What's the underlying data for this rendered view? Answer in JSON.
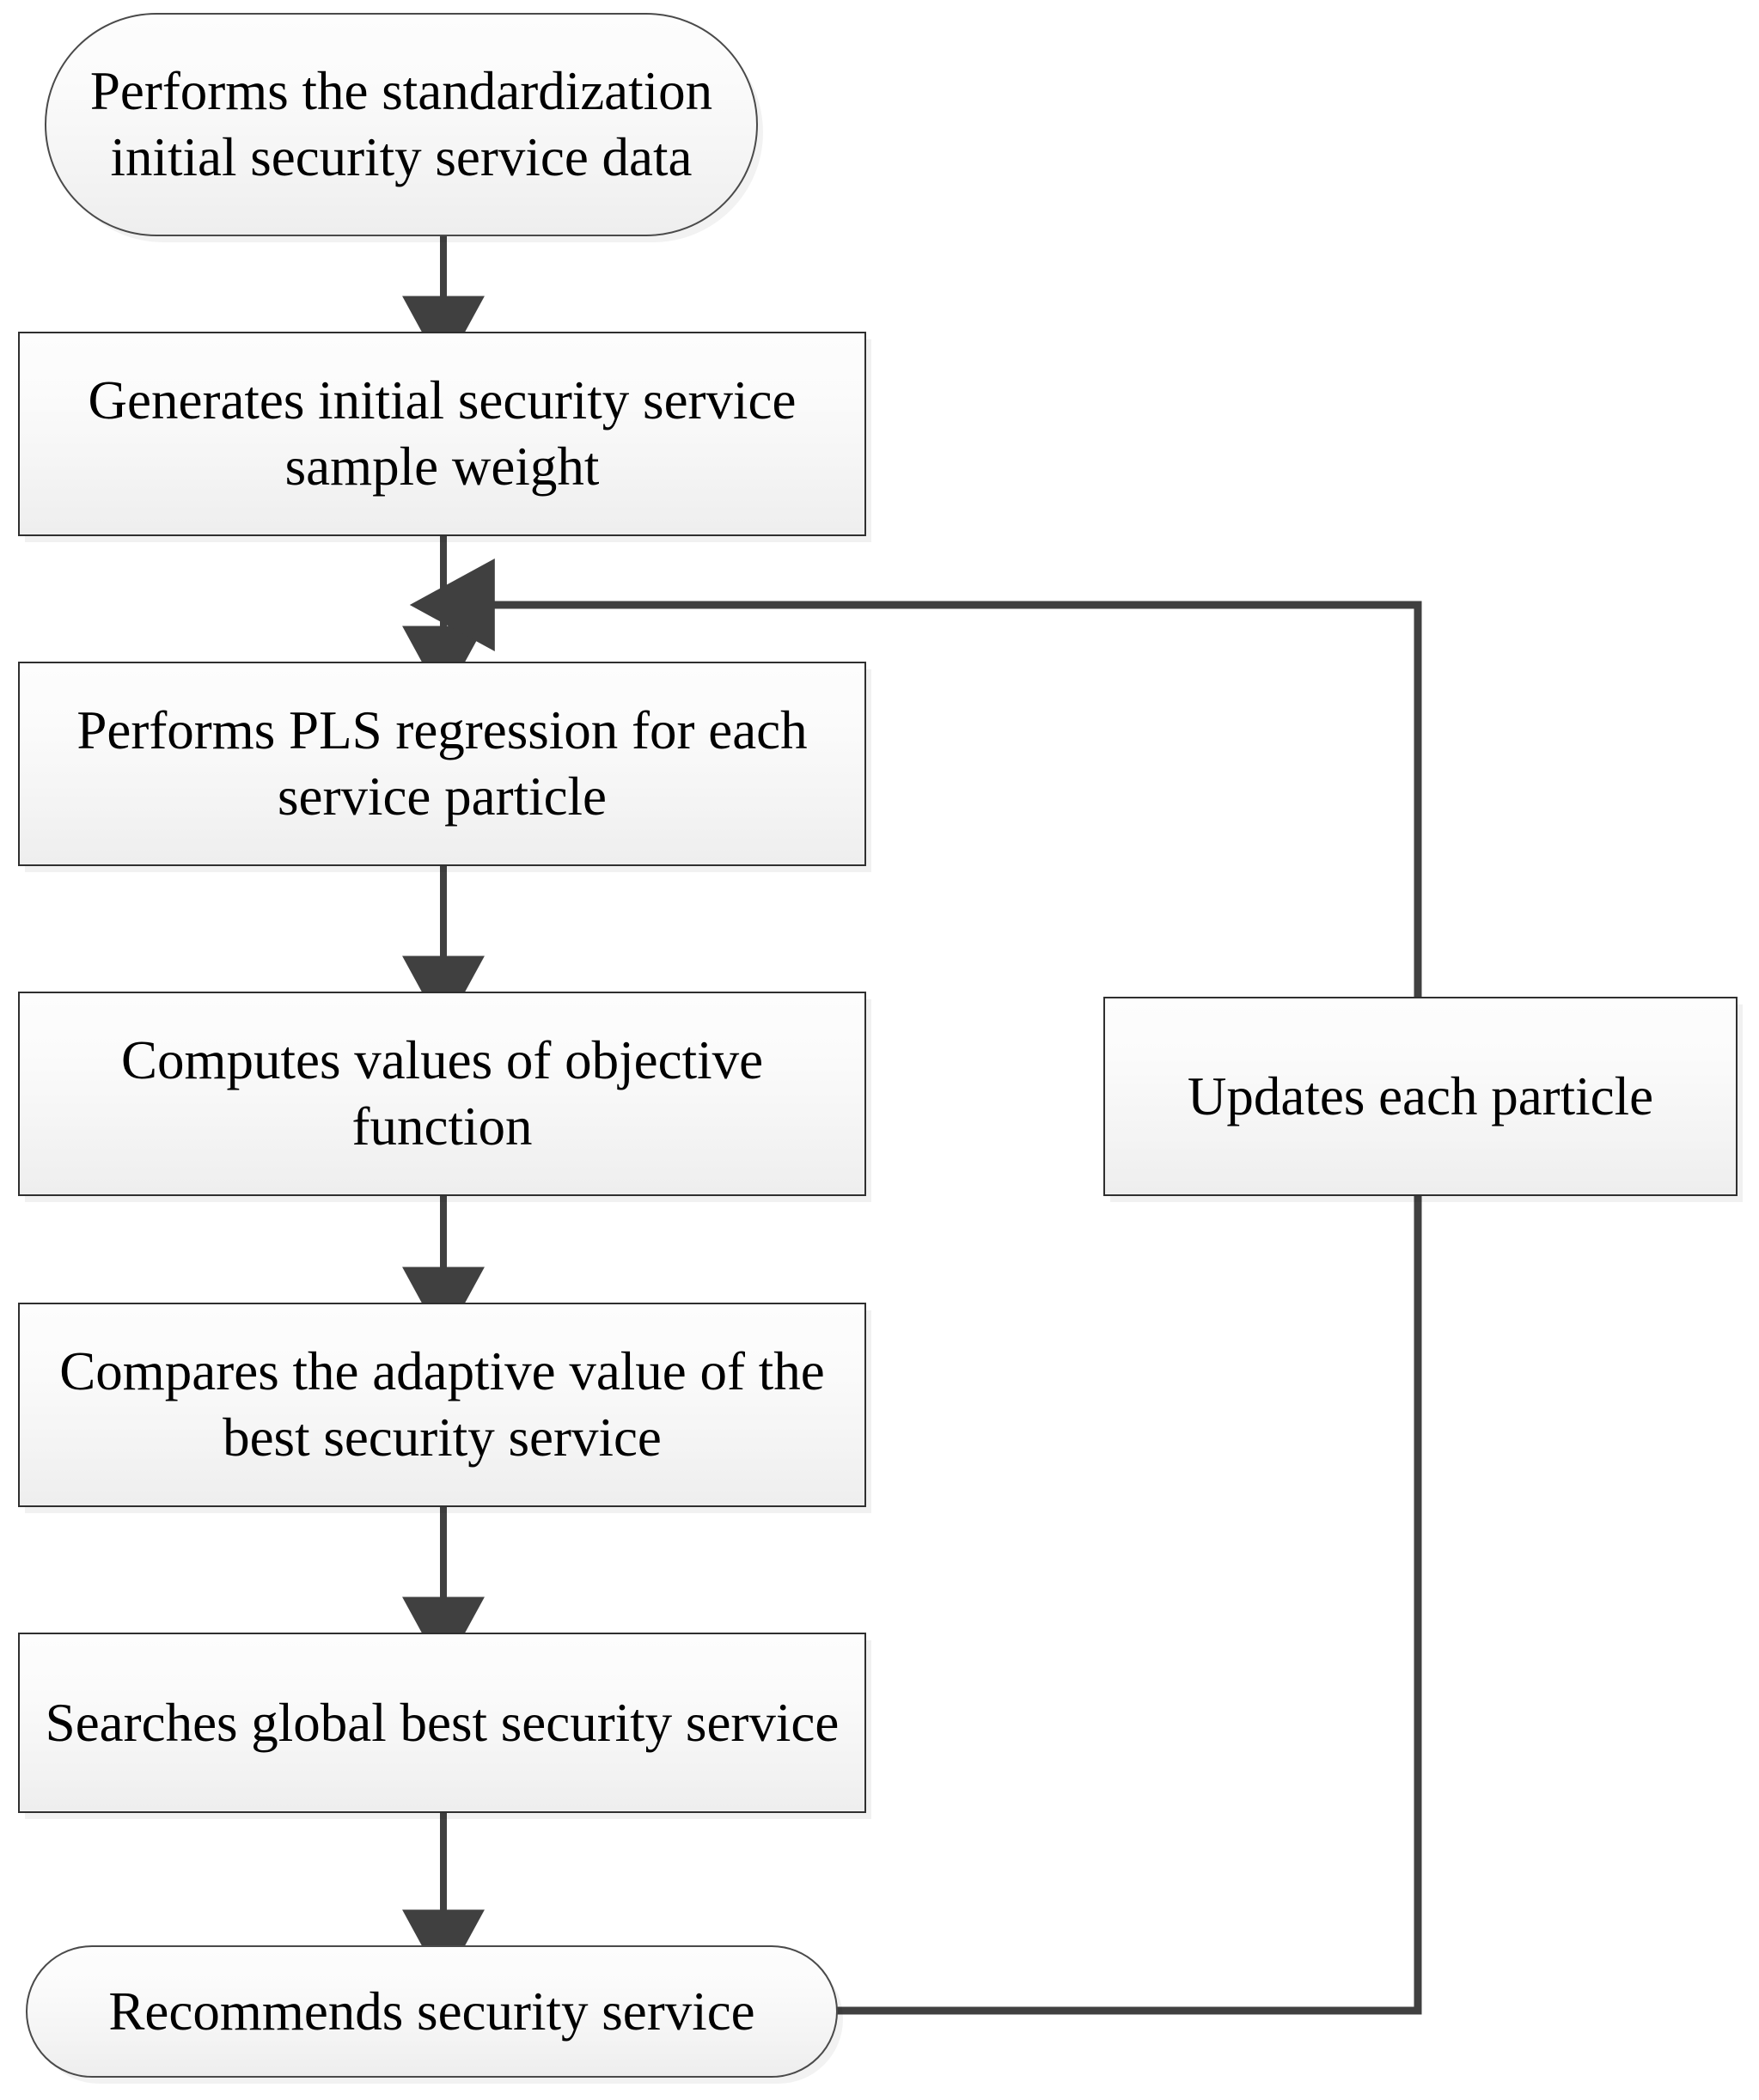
{
  "diagram": {
    "title": "Security service recommendation PSO-PLS flowchart",
    "background_color": "#ffffff",
    "node_fill_top": "#fdfdfd",
    "node_fill_bottom": "#eeeeee",
    "node_border_color": "#2f2f2f",
    "connector_color": "#404040",
    "text_color": "#000000"
  },
  "nodes": {
    "standardize": {
      "id": "n-standardize",
      "shape": "terminator",
      "text": "Performs the standardization initial security service data"
    },
    "gen_weight": {
      "id": "n-genweight",
      "shape": "process",
      "text": "Generates initial security service sample weight"
    },
    "pls": {
      "id": "n-pls",
      "shape": "process",
      "text": "Performs PLS regression for each service particle"
    },
    "objective": {
      "id": "n-objective",
      "shape": "process",
      "text": "Computes values of objective function"
    },
    "compare": {
      "id": "n-compare",
      "shape": "process",
      "text": "Compares the adaptive value of the best security service"
    },
    "search": {
      "id": "n-search",
      "shape": "process",
      "text": "Searches global best security service"
    },
    "recommend": {
      "id": "n-recommend",
      "shape": "terminator",
      "text": "Recommends security service"
    },
    "update": {
      "id": "n-update",
      "shape": "process",
      "text": "Updates each particle"
    }
  },
  "edges": [
    {
      "name": "edge-standardize-to-genweight",
      "from": "standardize",
      "to": "gen_weight",
      "kind": "straight-down",
      "arrow": true
    },
    {
      "name": "edge-genweight-to-pls",
      "from": "gen_weight",
      "to": "pls",
      "kind": "straight-down",
      "arrow": true
    },
    {
      "name": "edge-pls-to-objective",
      "from": "pls",
      "to": "objective",
      "kind": "straight-down",
      "arrow": true
    },
    {
      "name": "edge-objective-to-compare",
      "from": "objective",
      "to": "compare",
      "kind": "straight-down",
      "arrow": true
    },
    {
      "name": "edge-compare-to-search",
      "from": "compare",
      "to": "search",
      "kind": "straight-down",
      "arrow": true
    },
    {
      "name": "edge-search-to-recommend",
      "from": "search",
      "to": "recommend",
      "kind": "straight-down",
      "arrow": true
    },
    {
      "name": "edge-recommend-to-update-loop",
      "from": "recommend",
      "to": "pls",
      "kind": "feedback-right-up-left",
      "arrow": true,
      "passes_through": "update"
    }
  ]
}
